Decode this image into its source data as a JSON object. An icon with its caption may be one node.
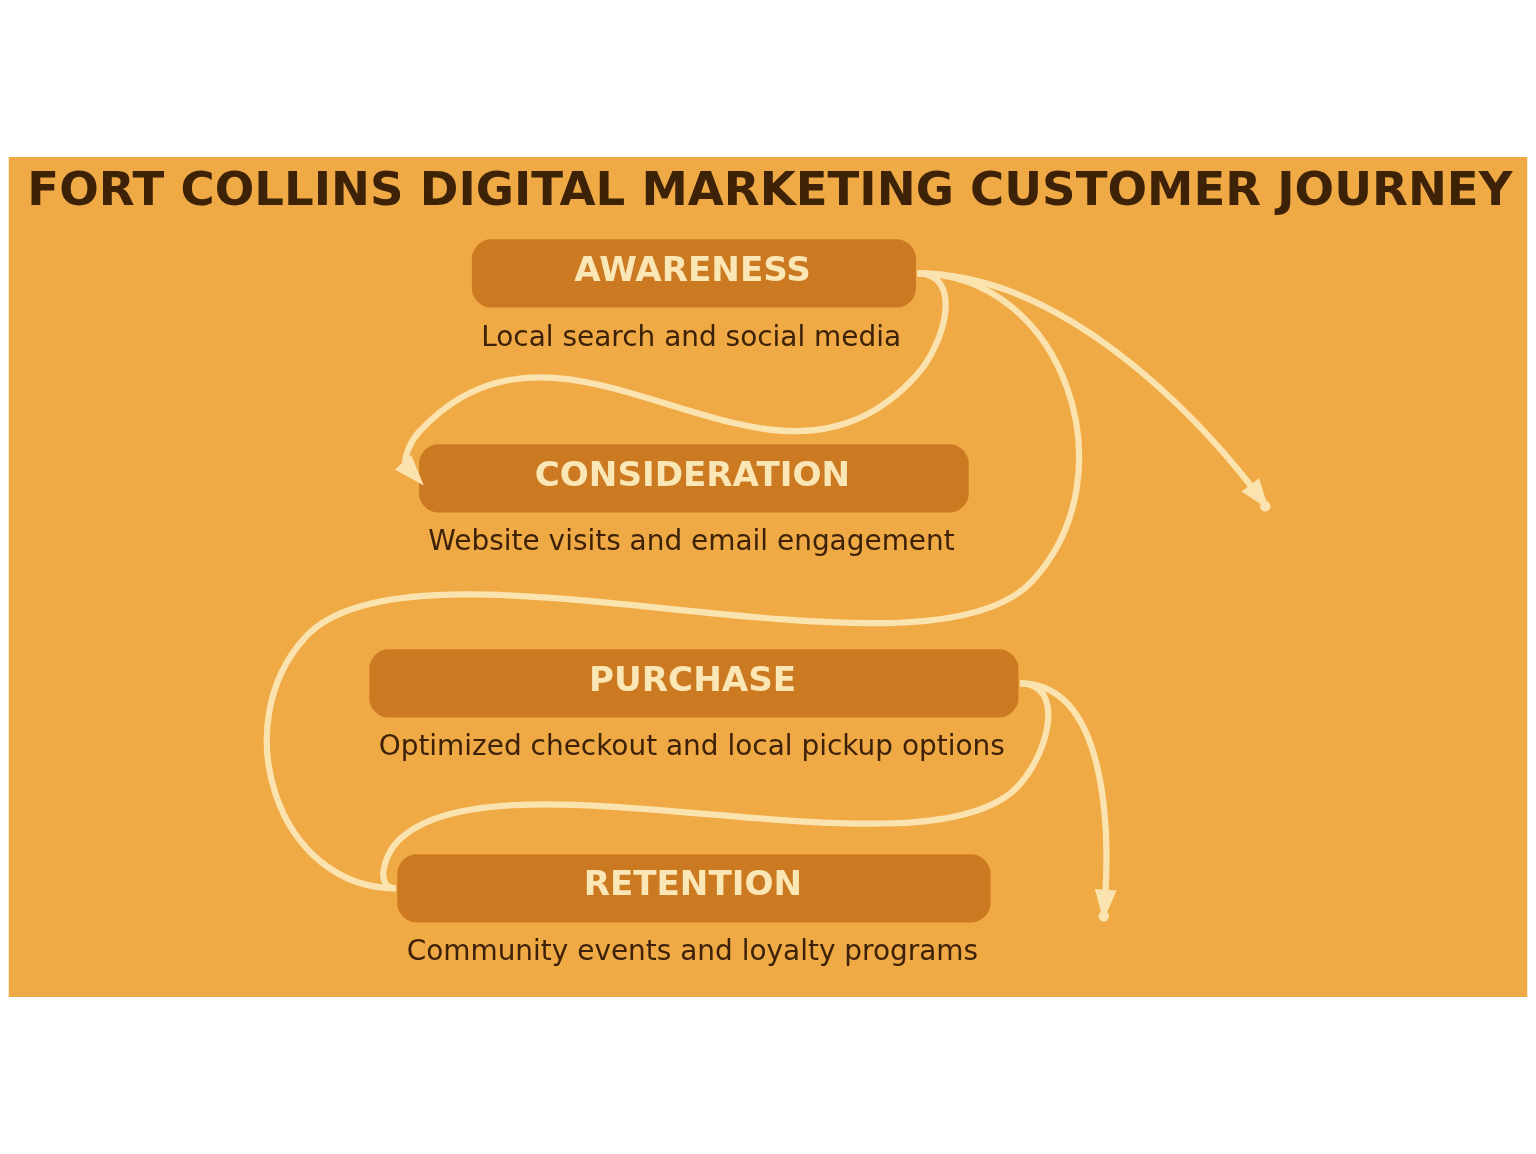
{
  "diagram": {
    "title": "FORT COLLINS DIGITAL MARKETING CUSTOMER JOURNEY",
    "nodes": [
      {
        "text": [
          "AWARENESS"
        ],
        "beside": [
          "Local search and social media"
        ]
      },
      {
        "text": [
          "CONSIDERATION"
        ],
        "beside": [
          "Website visits and email engagement"
        ]
      },
      {
        "text": [
          "PURCHASE"
        ],
        "beside": [
          "Optimized checkout and local pickup options"
        ]
      },
      {
        "text": [
          "RETENTION"
        ],
        "beside": [
          "Community events and loyalty programs"
        ]
      }
    ],
    "edges": [
      {
        "from": 0,
        "to": 1,
        "arrow": "to"
      },
      {
        "from": 0,
        "to": 3,
        "arrow": "none"
      },
      {
        "from": 2,
        "to": 3,
        "arrow": "none"
      },
      {
        "from": 0,
        "to": null,
        "arrow": "to"
      },
      {
        "from": 2,
        "to": null,
        "arrow": "to"
      }
    ]
  }
}
